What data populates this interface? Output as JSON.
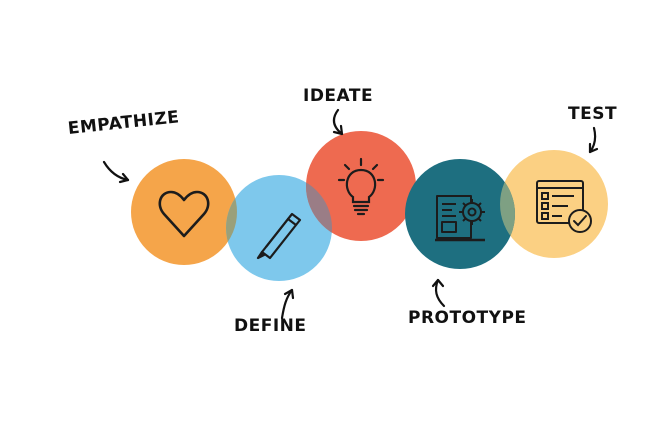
{
  "stages": [
    {
      "id": "empathize",
      "label": "EMPATHIZE",
      "color": "#f5a54a",
      "icon": "heart-icon"
    },
    {
      "id": "define",
      "label": "DEFINE",
      "color": "#7ec8ec",
      "icon": "pencil-icon"
    },
    {
      "id": "ideate",
      "label": "IDEATE",
      "color": "#ee6a50",
      "icon": "lightbulb-icon"
    },
    {
      "id": "prototype",
      "label": "PROTOTYPE",
      "color": "#1e6f80",
      "icon": "blueprint-gear-icon"
    },
    {
      "id": "test",
      "label": "TEST",
      "color": "#fbd083",
      "icon": "checklist-icon"
    }
  ],
  "colors": {
    "overlap_empathize_define": "#9aa07a",
    "overlap_define_ideate": "#9a7d86",
    "overlap_prototype_test": "#7ea083",
    "icon_stroke": "#1c1c1c",
    "arrow": "#111111"
  }
}
